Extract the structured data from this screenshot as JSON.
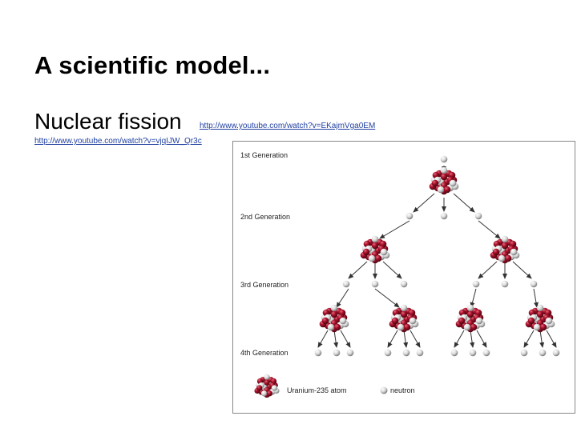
{
  "slide": {
    "title": "A scientific model...",
    "subtitle": "Nuclear fission",
    "link_1": "http://www.youtube.com/watch?v=EKajmVga0EM",
    "link_2": "http://www.youtube.com/watch?v=vjqIJW_Qr3c"
  },
  "diagram": {
    "generation_labels": [
      "1st Generation",
      "2nd Generation",
      "3rd Generation",
      "4th Generation"
    ],
    "legend": {
      "atom_label": "Uranium-235 atom",
      "neutron_label": "neutron"
    },
    "colors": {
      "proton": "#a8102a",
      "neutron": "#d9d9d9",
      "arrow": "#333333",
      "frame": "#888888"
    }
  }
}
